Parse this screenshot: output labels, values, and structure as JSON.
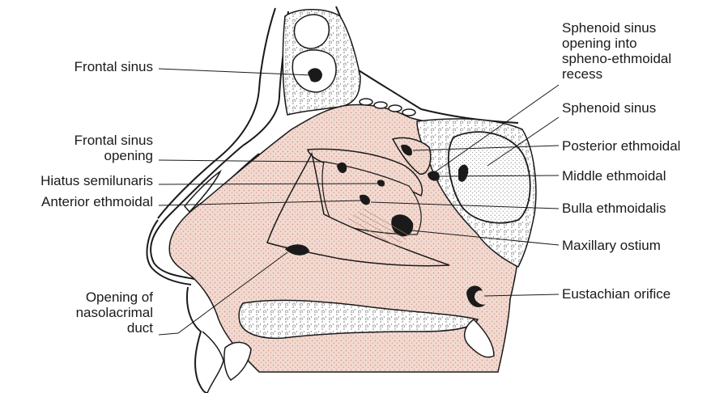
{
  "colors": {
    "tissue": "#f2d9d0",
    "tissue_dot": "#c98f80",
    "bone_dot": "#8a8a8a",
    "ink": "#1a1a1a",
    "background": "#ffffff"
  },
  "labels": {
    "frontal_sinus": "Frontal sinus",
    "frontal_sinus_opening_1": "Frontal sinus",
    "frontal_sinus_opening_2": "opening",
    "hiatus_semilunaris": "Hiatus semilunaris",
    "anterior_ethmoidal": "Anterior ethmoidal",
    "nasolacrimal_1": "Opening of",
    "nasolacrimal_2": "nasolacrimal",
    "nasolacrimal_3": "duct",
    "sphenoid_opening_1": "Sphenoid sinus",
    "sphenoid_opening_2": "opening into",
    "sphenoid_opening_3": "spheno-ethmoidal",
    "sphenoid_opening_4": "recess",
    "sphenoid_sinus": "Sphenoid sinus",
    "posterior_ethmoidal": "Posterior ethmoidal",
    "middle_ethmoidal": "Middle ethmoidal",
    "bulla_ethmoidalis": "Bulla ethmoidalis",
    "maxillary_ostium": "Maxillary ostium",
    "eustachian_orifice": "Eustachian orifice"
  }
}
